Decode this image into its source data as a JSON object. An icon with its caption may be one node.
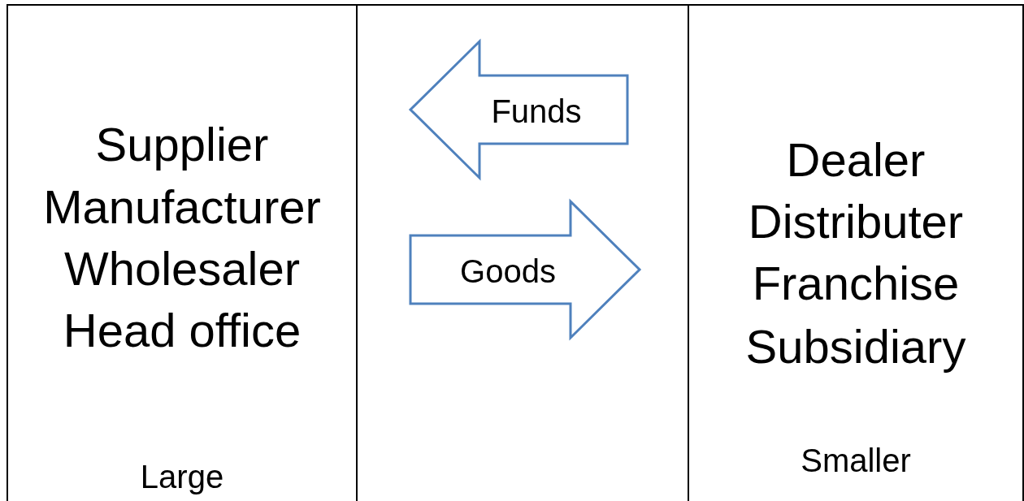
{
  "diagram": {
    "nodes": [
      {
        "text": [
          "Supplier",
          "Manufacturer",
          "Wholesaler",
          "Head office",
          "Large"
        ]
      },
      {
        "text": [
          "Dealer",
          "Distributer",
          "Franchise",
          "Subsidiary",
          "Smaller"
        ]
      }
    ],
    "edges": [
      {
        "from": 1,
        "to": 0,
        "arrow": "to",
        "label": "Funds"
      },
      {
        "from": 0,
        "to": 1,
        "arrow": "to",
        "label": "Goods"
      }
    ]
  }
}
